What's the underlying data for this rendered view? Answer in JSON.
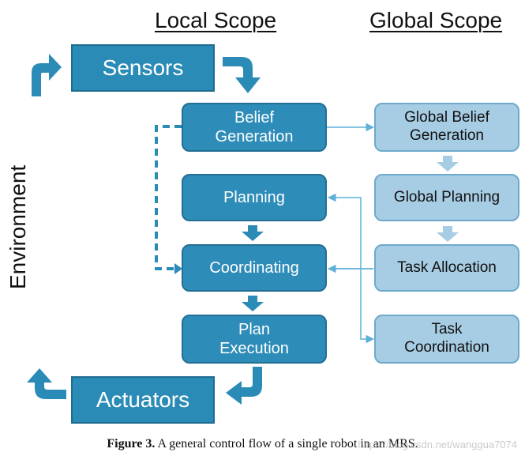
{
  "headings": {
    "local": "Local Scope",
    "global": "Global Scope"
  },
  "environment_label": "Environment",
  "boxes": {
    "sensors": "Sensors",
    "actuators": "Actuators",
    "belief_generation": [
      "Belief",
      "Generation"
    ],
    "planning": "Planning",
    "coordinating": "Coordinating",
    "plan_execution": [
      "Plan",
      "Execution"
    ],
    "global_belief_generation": [
      "Global Belief",
      "Generation"
    ],
    "global_planning": "Global Planning",
    "task_allocation": "Task Allocation",
    "task_coordination": [
      "Task",
      "Coordination"
    ]
  },
  "caption": {
    "figure": "Figure 3.",
    "text": " A general control flow of a single robot in an MRS."
  },
  "watermark": "https://blog.csdn.net/wanggua7074",
  "colors": {
    "local_fill": "#2e8cb8",
    "big_fill": "#2b8bb7",
    "global_fill": "#a7cde4",
    "arrow_dark": "#2b8bb7",
    "arrow_light": "#a7cde4",
    "connector": "#5fb0d8"
  }
}
